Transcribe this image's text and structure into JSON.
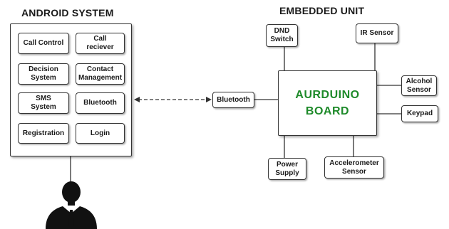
{
  "titles": {
    "android": "ANDROID SYSTEM",
    "embedded": "EMBEDDED UNIT"
  },
  "android_modules": {
    "call_control": "Call Control",
    "call_receiver": "Call\nreciever",
    "decision_system": "Decision\nSystem",
    "contact_management": "Contact\nManagement",
    "sms_system": "SMS\nSystem",
    "bluetooth": "Bluetooth",
    "registration": "Registration",
    "login": "Login"
  },
  "embedded_unit": {
    "board": "AURDUINO\nBOARD",
    "bluetooth": "Bluetooth",
    "dnd_switch": "DND\nSwitch",
    "ir_sensor": "IR Sensor",
    "alcohol_sensor": "Alcohol\nSensor",
    "keypad": "Keypad",
    "power_supply": "Power\nSupply",
    "accelerometer_sensor": "Accelerometer\nSensor"
  },
  "icons": {
    "user": "person-silhouette-icon"
  },
  "colors": {
    "board_text": "#1e8a2a",
    "border": "#333333",
    "text": "#1a1a1a"
  }
}
